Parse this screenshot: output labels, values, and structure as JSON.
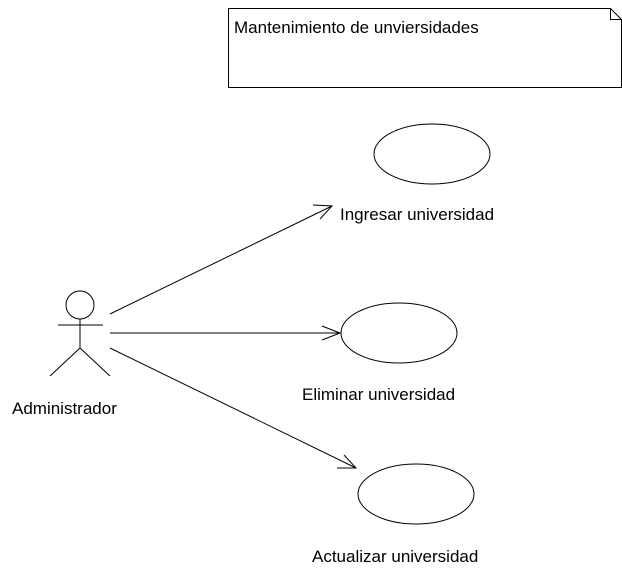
{
  "note": {
    "text": "Mantenimiento de unviersidades"
  },
  "actor": {
    "name": "Administrador"
  },
  "use_cases": [
    {
      "label": "Ingresar universidad"
    },
    {
      "label": "Eliminar universidad"
    },
    {
      "label": "Actualizar universidad"
    }
  ],
  "relations": [
    {
      "from": "Administrador",
      "to": "Ingresar universidad",
      "type": "association"
    },
    {
      "from": "Administrador",
      "to": "Eliminar universidad",
      "type": "association"
    },
    {
      "from": "Administrador",
      "to": "Actualizar universidad",
      "type": "association"
    }
  ]
}
